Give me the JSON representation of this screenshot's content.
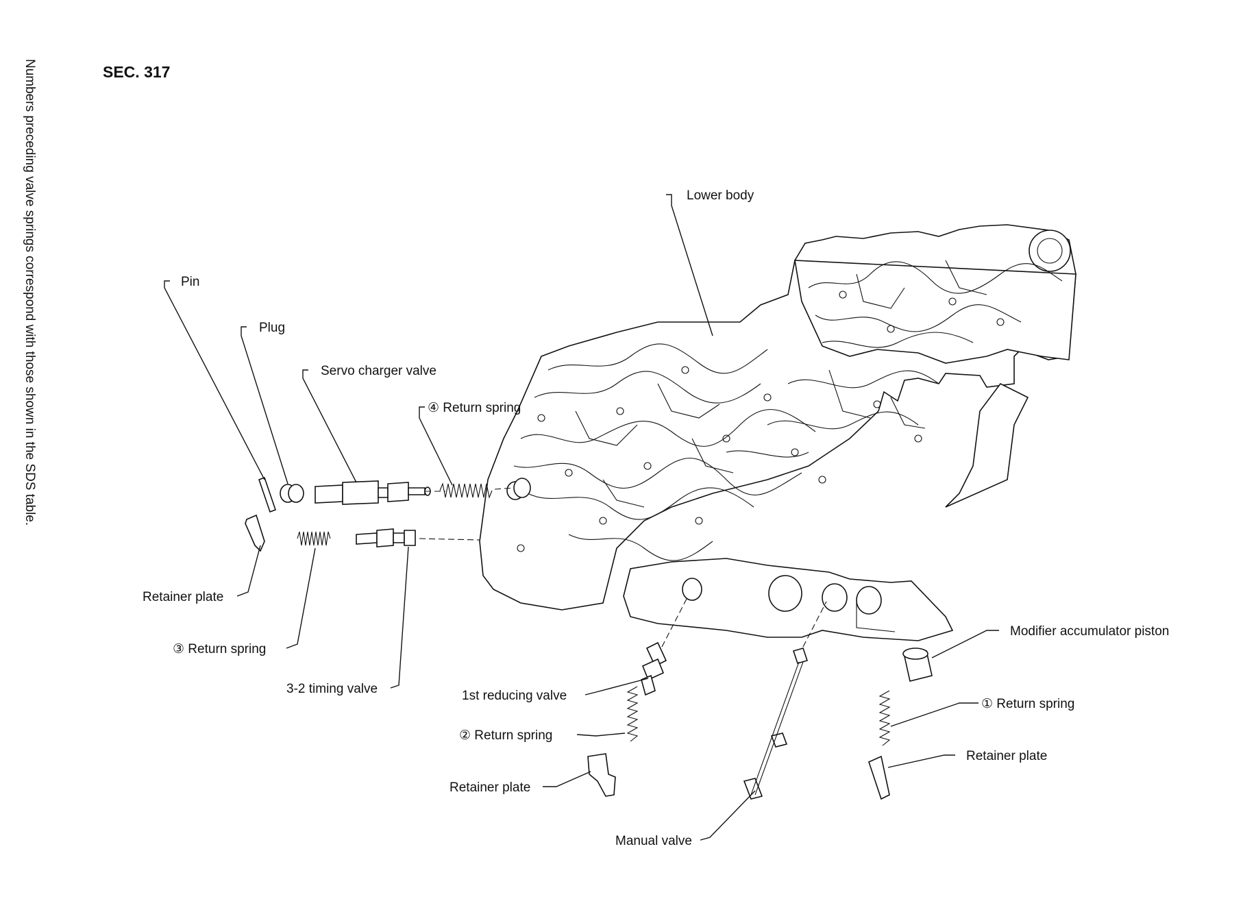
{
  "section": "SEC. 317",
  "side_note": "Numbers preceding valve springs correspond with those shown in the SDS table.",
  "labels": {
    "lower_body": "Lower body",
    "pin": "Pin",
    "plug": "Plug",
    "servo_charger_valve": "Servo charger valve",
    "return_spring_4": "④ Return spring",
    "retainer_plate_left": "Retainer plate",
    "return_spring_3": "③ Return spring",
    "timing_valve_32": "3-2 timing valve",
    "first_reducing_valve": "1st reducing valve",
    "return_spring_2": "② Return spring",
    "retainer_plate_bottom": "Retainer plate",
    "manual_valve": "Manual valve",
    "modifier_accumulator_piston": "Modifier accumulator piston",
    "return_spring_1": "① Return spring",
    "retainer_plate_right": "Retainer plate"
  }
}
